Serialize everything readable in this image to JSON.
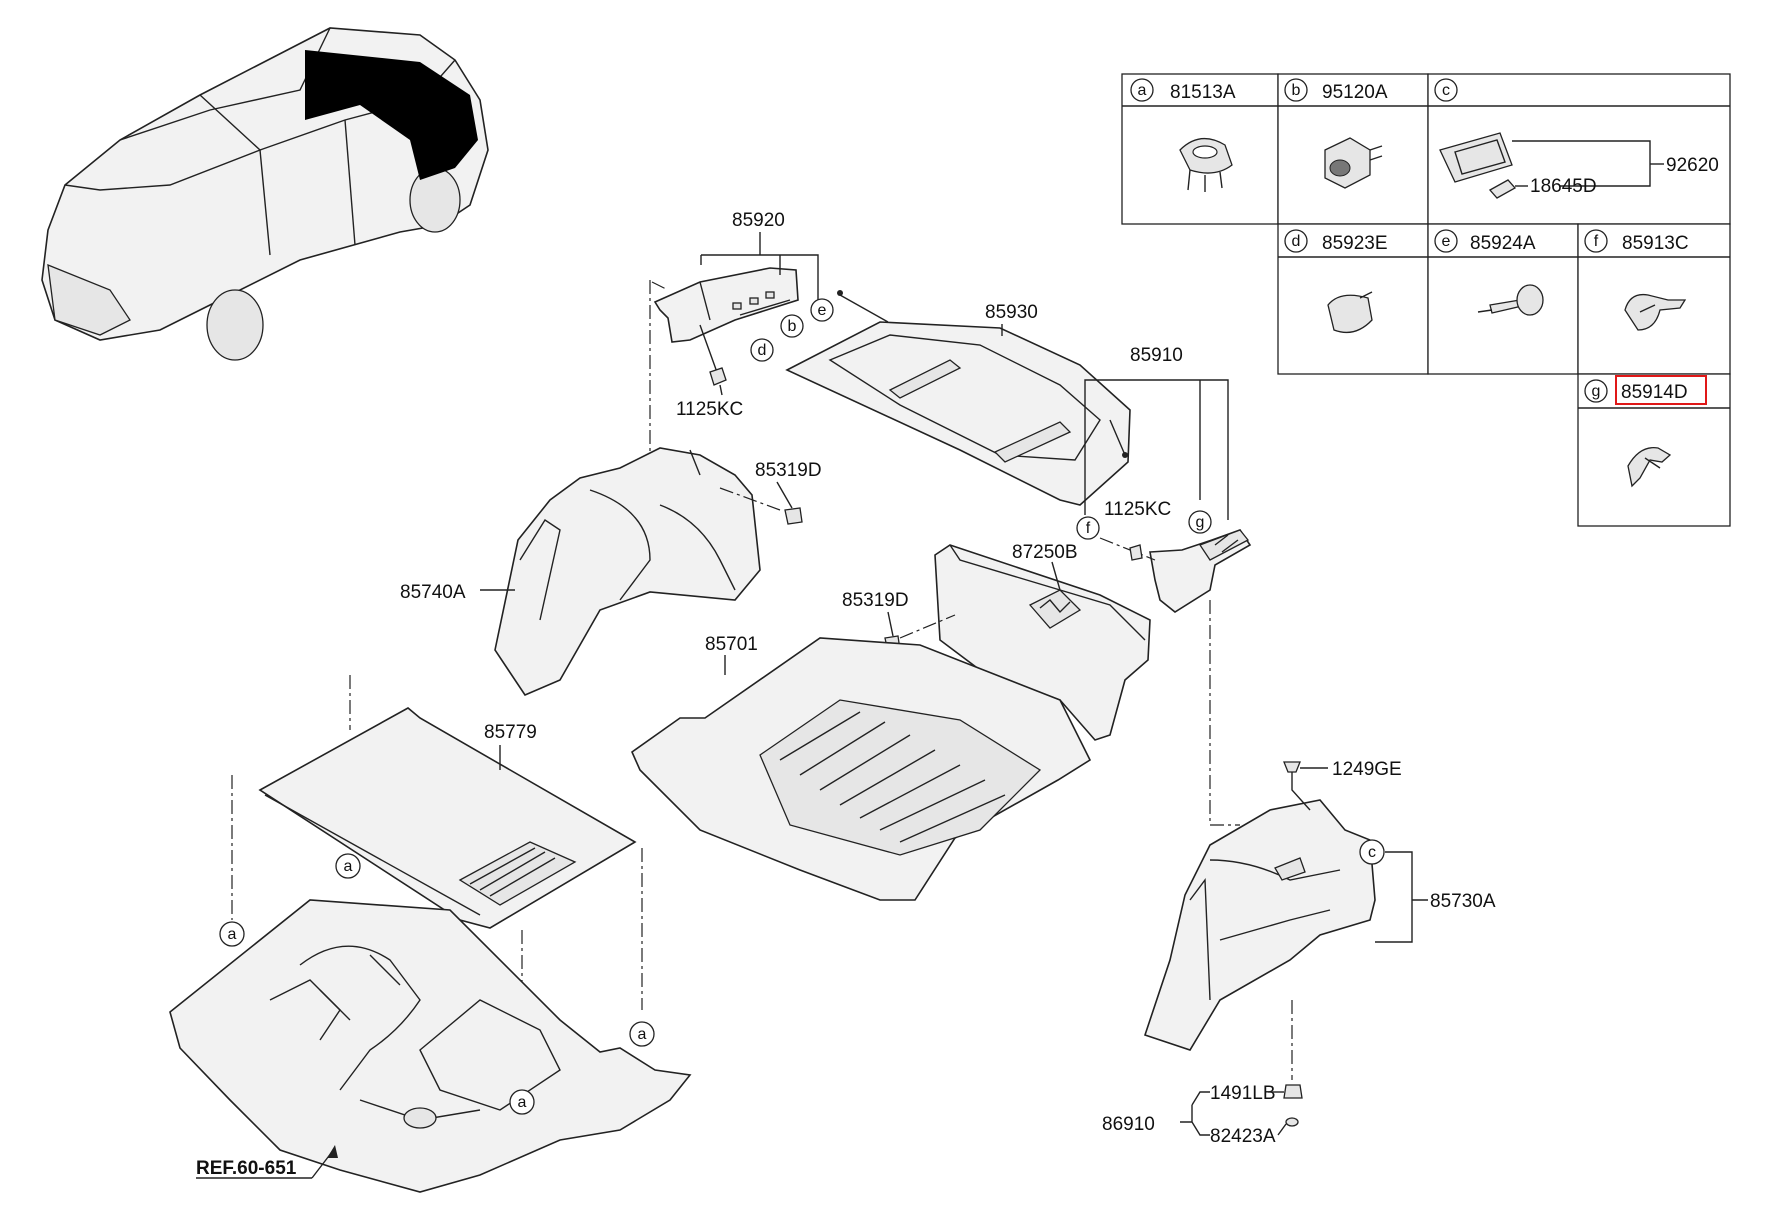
{
  "callouts": {
    "p85920": "85920",
    "p85930": "85930",
    "p85910": "85910",
    "p1125kc_a": "1125KC",
    "p1125kc_b": "1125KC",
    "p85319d_a": "85319D",
    "p85319d_b": "85319D",
    "p85740a": "85740A",
    "p87250b": "87250B",
    "p85701": "85701",
    "p85779": "85779",
    "p1249ge": "1249GE",
    "p85730a": "85730A",
    "p1491lb": "1491LB",
    "p86910": "86910",
    "p82423a": "82423A",
    "ref": "REF.60-651"
  },
  "letters": {
    "a": "a",
    "b": "b",
    "c": "c",
    "d": "d",
    "e": "e",
    "f": "f",
    "g": "g"
  },
  "legend": {
    "a": {
      "letter": "a",
      "part": "81513A"
    },
    "b": {
      "letter": "b",
      "part": "95120A"
    },
    "c": {
      "letter": "c",
      "part": "",
      "sub1": "92620",
      "sub2": "18645D"
    },
    "d": {
      "letter": "d",
      "part": "85923E"
    },
    "e": {
      "letter": "e",
      "part": "85924A"
    },
    "f": {
      "letter": "f",
      "part": "85913C"
    },
    "g": {
      "letter": "g",
      "part": "85914D",
      "highlighted": true
    }
  },
  "colors": {
    "highlight": "#e01818",
    "line": "#222222",
    "fill": "#f2f2f2",
    "car_dark": "#000000"
  }
}
